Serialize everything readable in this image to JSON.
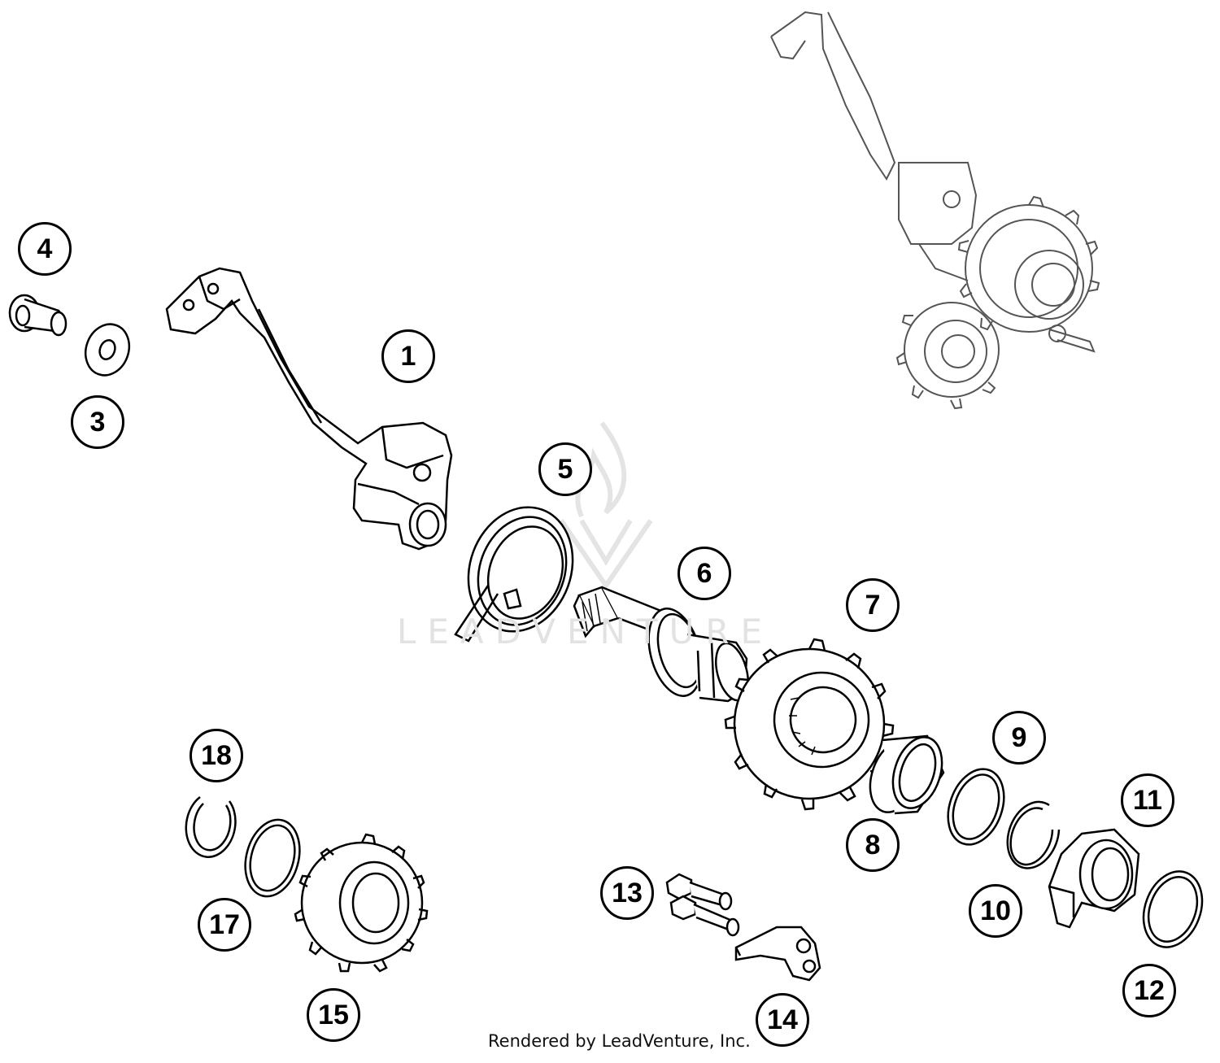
{
  "diagram": {
    "callouts": [
      {
        "id": "c1",
        "label": "1"
      },
      {
        "id": "c3",
        "label": "3"
      },
      {
        "id": "c4",
        "label": "4"
      },
      {
        "id": "c5",
        "label": "5"
      },
      {
        "id": "c6",
        "label": "6"
      },
      {
        "id": "c7",
        "label": "7"
      },
      {
        "id": "c8",
        "label": "8"
      },
      {
        "id": "c9",
        "label": "9"
      },
      {
        "id": "c10",
        "label": "10"
      },
      {
        "id": "c11",
        "label": "11"
      },
      {
        "id": "c12",
        "label": "12"
      },
      {
        "id": "c13",
        "label": "13"
      },
      {
        "id": "c14",
        "label": "14"
      },
      {
        "id": "c15",
        "label": "15"
      },
      {
        "id": "c17",
        "label": "17"
      },
      {
        "id": "c18",
        "label": "18"
      }
    ],
    "credit": "Rendered by LeadVenture, Inc.",
    "watermark": "LEADVENTURE",
    "colors": {
      "line": "#000000",
      "preview_line": "#555555",
      "watermark": "#e2e2e2"
    }
  }
}
